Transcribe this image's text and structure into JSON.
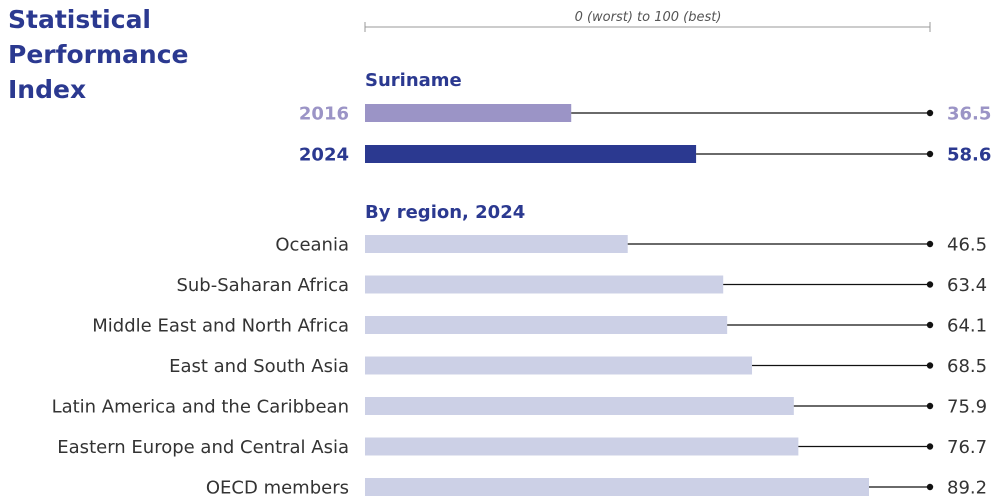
{
  "title_lines": [
    "Statistical",
    "Performance",
    "Index"
  ],
  "colors": {
    "title": "#2b3990",
    "bar_2016": "#9b94c6",
    "bar_2024": "#2b3990",
    "label_2016": "#9b94c6",
    "label_2024": "#2b3990",
    "region_bar": "#ccd0e6",
    "leader_line": "#111111",
    "text": "#333333"
  },
  "chart_data": {
    "type": "bar",
    "orientation": "horizontal",
    "scale_label": "0 (worst) to 100 (best)",
    "xlim": [
      0,
      100
    ],
    "grid": false,
    "country": {
      "heading": "Suriname",
      "categories": [
        "2016",
        "2024"
      ],
      "values": [
        36.5,
        58.6
      ]
    },
    "regions": {
      "heading": "By region, 2024",
      "categories": [
        "Oceania",
        "Sub-Saharan Africa",
        "Middle East and North Africa",
        "East and South Asia",
        "Latin America and the Caribbean",
        "Eastern Europe and Central Asia",
        "OECD members"
      ],
      "values": [
        46.5,
        63.4,
        64.1,
        68.5,
        75.9,
        76.7,
        89.2
      ]
    }
  }
}
